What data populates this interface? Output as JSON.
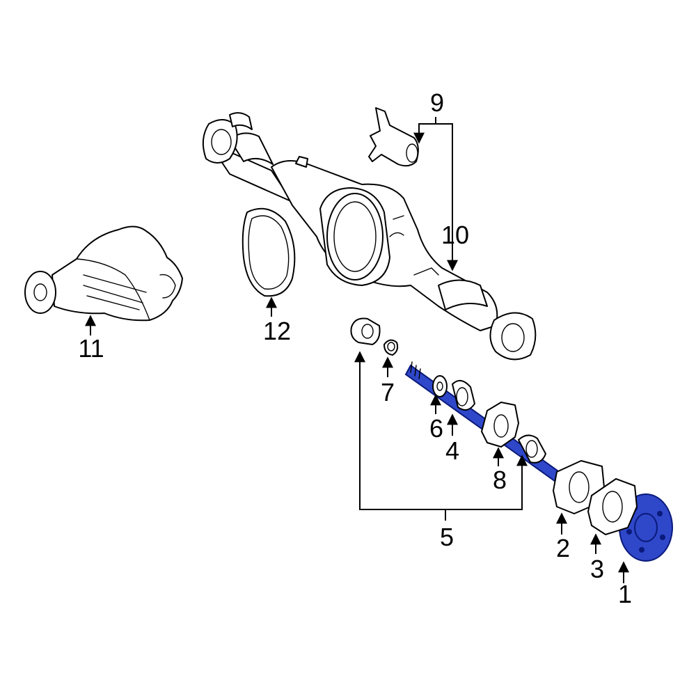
{
  "colors": {
    "line": "#000000",
    "background": "#ffffff",
    "highlight_fill": "#2f47c9",
    "highlight_stroke": "#0a1a7a"
  },
  "callouts": [
    {
      "id": "1",
      "text": "1"
    },
    {
      "id": "2",
      "text": "2"
    },
    {
      "id": "3",
      "text": "3"
    },
    {
      "id": "4",
      "text": "4"
    },
    {
      "id": "5",
      "text": "5"
    },
    {
      "id": "6",
      "text": "6"
    },
    {
      "id": "7",
      "text": "7"
    },
    {
      "id": "8",
      "text": "8"
    },
    {
      "id": "9",
      "text": "9"
    },
    {
      "id": "10",
      "text": "10"
    },
    {
      "id": "11",
      "text": "11"
    },
    {
      "id": "12",
      "text": "12"
    }
  ],
  "highlighted_parts": [
    "1"
  ]
}
